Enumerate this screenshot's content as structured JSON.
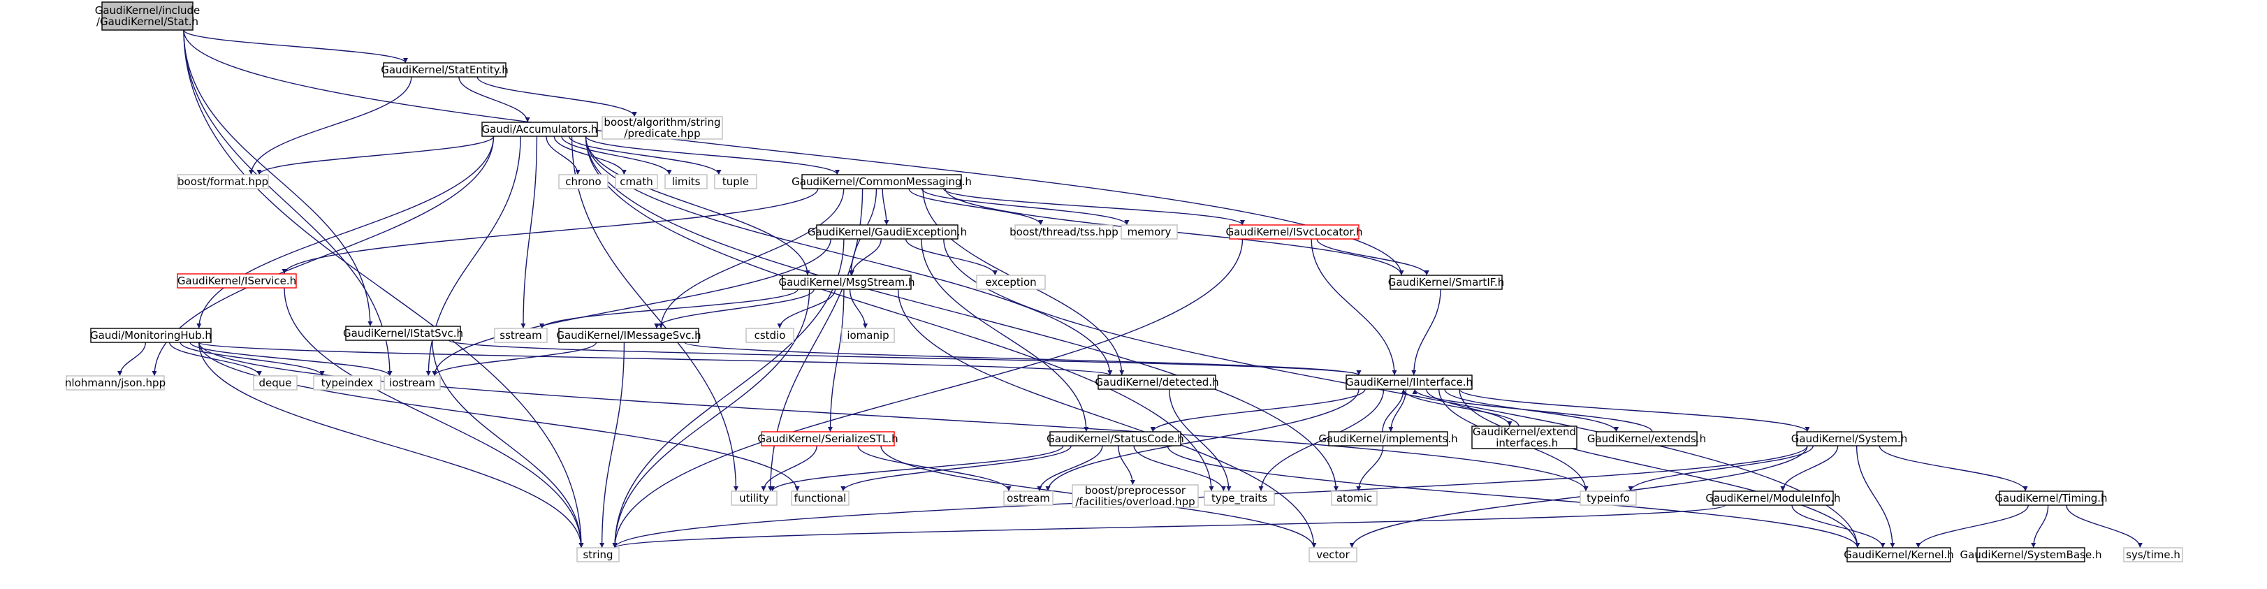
{
  "graph": {
    "nodes": [
      {
        "id": "stat",
        "lines": [
          "GaudiKernel/include",
          "/GaudiKernel/Stat.h"
        ],
        "style": "root"
      },
      {
        "id": "statentity",
        "lines": [
          "GaudiKernel/StatEntity.h"
        ],
        "style": "normal"
      },
      {
        "id": "accum",
        "lines": [
          "Gaudi/Accumulators.h"
        ],
        "style": "normal"
      },
      {
        "id": "predicate",
        "lines": [
          "boost/algorithm/string",
          "/predicate.hpp"
        ],
        "style": "external"
      },
      {
        "id": "format",
        "lines": [
          "boost/format.hpp"
        ],
        "style": "external"
      },
      {
        "id": "chrono",
        "lines": [
          "chrono"
        ],
        "style": "external"
      },
      {
        "id": "cmath",
        "lines": [
          "cmath"
        ],
        "style": "external"
      },
      {
        "id": "limits",
        "lines": [
          "limits"
        ],
        "style": "external"
      },
      {
        "id": "tuple",
        "lines": [
          "tuple"
        ],
        "style": "external"
      },
      {
        "id": "commonmsg",
        "lines": [
          "GaudiKernel/CommonMessaging.h"
        ],
        "style": "normal"
      },
      {
        "id": "gaudiexc",
        "lines": [
          "GaudiKernel/GaudiException.h"
        ],
        "style": "normal"
      },
      {
        "id": "tss",
        "lines": [
          "boost/thread/tss.hpp"
        ],
        "style": "external"
      },
      {
        "id": "memory",
        "lines": [
          "memory"
        ],
        "style": "external"
      },
      {
        "id": "isvcloc",
        "lines": [
          "GaudiKernel/ISvcLocator.h"
        ],
        "style": "incomplete"
      },
      {
        "id": "iservice",
        "lines": [
          "GaudiKernel/IService.h"
        ],
        "style": "incomplete"
      },
      {
        "id": "msgstream",
        "lines": [
          "GaudiKernel/MsgStream.h"
        ],
        "style": "normal"
      },
      {
        "id": "exception",
        "lines": [
          "exception"
        ],
        "style": "external"
      },
      {
        "id": "smartif",
        "lines": [
          "GaudiKernel/SmartIF.h"
        ],
        "style": "normal"
      },
      {
        "id": "monhub",
        "lines": [
          "Gaudi/MonitoringHub.h"
        ],
        "style": "normal"
      },
      {
        "id": "istatsvc",
        "lines": [
          "GaudiKernel/IStatSvc.h"
        ],
        "style": "normal"
      },
      {
        "id": "sstream",
        "lines": [
          "sstream"
        ],
        "style": "external"
      },
      {
        "id": "imsgsvc",
        "lines": [
          "GaudiKernel/IMessageSvc.h"
        ],
        "style": "normal"
      },
      {
        "id": "cstdio",
        "lines": [
          "cstdio"
        ],
        "style": "external"
      },
      {
        "id": "iomanip",
        "lines": [
          "iomanip"
        ],
        "style": "external"
      },
      {
        "id": "json",
        "lines": [
          "nlohmann/json.hpp"
        ],
        "style": "external"
      },
      {
        "id": "deque",
        "lines": [
          "deque"
        ],
        "style": "external"
      },
      {
        "id": "typeindex",
        "lines": [
          "typeindex"
        ],
        "style": "external"
      },
      {
        "id": "iostream",
        "lines": [
          "iostream"
        ],
        "style": "external"
      },
      {
        "id": "detected",
        "lines": [
          "GaudiKernel/detected.h"
        ],
        "style": "normal"
      },
      {
        "id": "iinterface",
        "lines": [
          "GaudiKernel/IInterface.h"
        ],
        "style": "normal"
      },
      {
        "id": "serialize",
        "lines": [
          "GaudiKernel/SerializeSTL.h"
        ],
        "style": "incomplete"
      },
      {
        "id": "statuscode",
        "lines": [
          "GaudiKernel/StatusCode.h"
        ],
        "style": "normal"
      },
      {
        "id": "implements",
        "lines": [
          "GaudiKernel/implements.h"
        ],
        "style": "normal"
      },
      {
        "id": "extendif",
        "lines": [
          "GaudiKernel/extend",
          "_interfaces.h"
        ],
        "style": "normal"
      },
      {
        "id": "extends",
        "lines": [
          "GaudiKernel/extends.h"
        ],
        "style": "normal"
      },
      {
        "id": "system",
        "lines": [
          "GaudiKernel/System.h"
        ],
        "style": "normal"
      },
      {
        "id": "utility",
        "lines": [
          "utility"
        ],
        "style": "external"
      },
      {
        "id": "functional",
        "lines": [
          "functional"
        ],
        "style": "external"
      },
      {
        "id": "ostream",
        "lines": [
          "ostream"
        ],
        "style": "external"
      },
      {
        "id": "overload",
        "lines": [
          "boost/preprocessor",
          "/facilities/overload.hpp"
        ],
        "style": "external"
      },
      {
        "id": "typetraits",
        "lines": [
          "type_traits"
        ],
        "style": "external"
      },
      {
        "id": "atomic",
        "lines": [
          "atomic"
        ],
        "style": "external"
      },
      {
        "id": "typeinfo",
        "lines": [
          "typeinfo"
        ],
        "style": "external"
      },
      {
        "id": "moduleinfo",
        "lines": [
          "GaudiKernel/ModuleInfo.h"
        ],
        "style": "normal"
      },
      {
        "id": "timing",
        "lines": [
          "GaudiKernel/Timing.h"
        ],
        "style": "normal"
      },
      {
        "id": "string",
        "lines": [
          "string"
        ],
        "style": "external"
      },
      {
        "id": "vector",
        "lines": [
          "vector"
        ],
        "style": "external"
      },
      {
        "id": "kernel",
        "lines": [
          "GaudiKernel/Kernel.h"
        ],
        "style": "normal"
      },
      {
        "id": "systembase",
        "lines": [
          "GaudiKernel/SystemBase.h"
        ],
        "style": "normal"
      },
      {
        "id": "systime",
        "lines": [
          "sys/time.h"
        ],
        "style": "external"
      }
    ],
    "edges": [
      [
        "stat",
        "statentity"
      ],
      [
        "stat",
        "string"
      ],
      [
        "stat",
        "iostream"
      ],
      [
        "stat",
        "istatsvc"
      ],
      [
        "stat",
        "smartif"
      ],
      [
        "statentity",
        "accum"
      ],
      [
        "statentity",
        "predicate"
      ],
      [
        "statentity",
        "format"
      ],
      [
        "accum",
        "format"
      ],
      [
        "accum",
        "chrono"
      ],
      [
        "accum",
        "cmath"
      ],
      [
        "accum",
        "limits"
      ],
      [
        "accum",
        "tuple"
      ],
      [
        "accum",
        "commonmsg"
      ],
      [
        "accum",
        "monhub"
      ],
      [
        "accum",
        "msgstream"
      ],
      [
        "accum",
        "sstream"
      ],
      [
        "accum",
        "iostream"
      ],
      [
        "accum",
        "detected"
      ],
      [
        "accum",
        "utility"
      ],
      [
        "accum",
        "atomic"
      ],
      [
        "accum",
        "json"
      ],
      [
        "accum",
        "typetraits"
      ],
      [
        "commonmsg",
        "gaudiexc"
      ],
      [
        "commonmsg",
        "tss"
      ],
      [
        "commonmsg",
        "memory"
      ],
      [
        "commonmsg",
        "isvcloc"
      ],
      [
        "commonmsg",
        "iservice"
      ],
      [
        "commonmsg",
        "msgstream"
      ],
      [
        "commonmsg",
        "smartif"
      ],
      [
        "commonmsg",
        "imsgsvc"
      ],
      [
        "commonmsg",
        "detected"
      ],
      [
        "commonmsg",
        "utility"
      ],
      [
        "gaudiexc",
        "msgstream"
      ],
      [
        "gaudiexc",
        "exception"
      ],
      [
        "gaudiexc",
        "statuscode"
      ],
      [
        "gaudiexc",
        "iostream"
      ],
      [
        "gaudiexc",
        "string"
      ],
      [
        "gaudiexc",
        "kernel"
      ],
      [
        "isvcloc",
        "smartif"
      ],
      [
        "isvcloc",
        "iinterface"
      ],
      [
        "isvcloc",
        "string"
      ],
      [
        "iservice",
        "string"
      ],
      [
        "msgstream",
        "sstream"
      ],
      [
        "msgstream",
        "imsgsvc"
      ],
      [
        "msgstream",
        "cstdio"
      ],
      [
        "msgstream",
        "iomanip"
      ],
      [
        "msgstream",
        "serialize"
      ],
      [
        "msgstream",
        "string"
      ],
      [
        "msgstream",
        "vector"
      ],
      [
        "smartif",
        "iinterface"
      ],
      [
        "monhub",
        "json"
      ],
      [
        "monhub",
        "deque"
      ],
      [
        "monhub",
        "typeindex"
      ],
      [
        "monhub",
        "iostream"
      ],
      [
        "monhub",
        "string"
      ],
      [
        "monhub",
        "functional"
      ],
      [
        "monhub",
        "detected"
      ],
      [
        "monhub",
        "typeinfo"
      ],
      [
        "istatsvc",
        "iinterface"
      ],
      [
        "istatsvc",
        "string"
      ],
      [
        "imsgsvc",
        "iinterface"
      ],
      [
        "imsgsvc",
        "iostream"
      ],
      [
        "imsgsvc",
        "string"
      ],
      [
        "detected",
        "typetraits"
      ],
      [
        "iinterface",
        "statuscode"
      ],
      [
        "iinterface",
        "implements"
      ],
      [
        "iinterface",
        "extendif"
      ],
      [
        "iinterface",
        "extends"
      ],
      [
        "iinterface",
        "system"
      ],
      [
        "iinterface",
        "ostream"
      ],
      [
        "iinterface",
        "typetraits"
      ],
      [
        "iinterface",
        "typeinfo"
      ],
      [
        "iinterface",
        "kernel"
      ],
      [
        "implements",
        "iinterface"
      ],
      [
        "implements",
        "atomic"
      ],
      [
        "extendif",
        "iinterface"
      ],
      [
        "extends",
        "iinterface"
      ],
      [
        "serialize",
        "utility"
      ],
      [
        "serialize",
        "ostream"
      ],
      [
        "serialize",
        "vector"
      ],
      [
        "statuscode",
        "utility"
      ],
      [
        "statuscode",
        "functional"
      ],
      [
        "statuscode",
        "ostream"
      ],
      [
        "statuscode",
        "overload"
      ],
      [
        "statuscode",
        "typetraits"
      ],
      [
        "statuscode",
        "kernel"
      ],
      [
        "system",
        "moduleinfo"
      ],
      [
        "system",
        "timing"
      ],
      [
        "system",
        "kernel"
      ],
      [
        "system",
        "string"
      ],
      [
        "system",
        "vector"
      ],
      [
        "system",
        "typeinfo"
      ],
      [
        "moduleinfo",
        "kernel"
      ],
      [
        "moduleinfo",
        "string"
      ],
      [
        "timing",
        "kernel"
      ],
      [
        "timing",
        "systembase"
      ],
      [
        "timing",
        "systime"
      ]
    ]
  },
  "colors": {
    "edge": "#191970",
    "root_fill": "#bfbfbf",
    "root_border": "#000000",
    "normal_border": "#000000",
    "incomplete_border": "#ff0000",
    "external_border": "#bfbfbf",
    "text": "#000000"
  }
}
